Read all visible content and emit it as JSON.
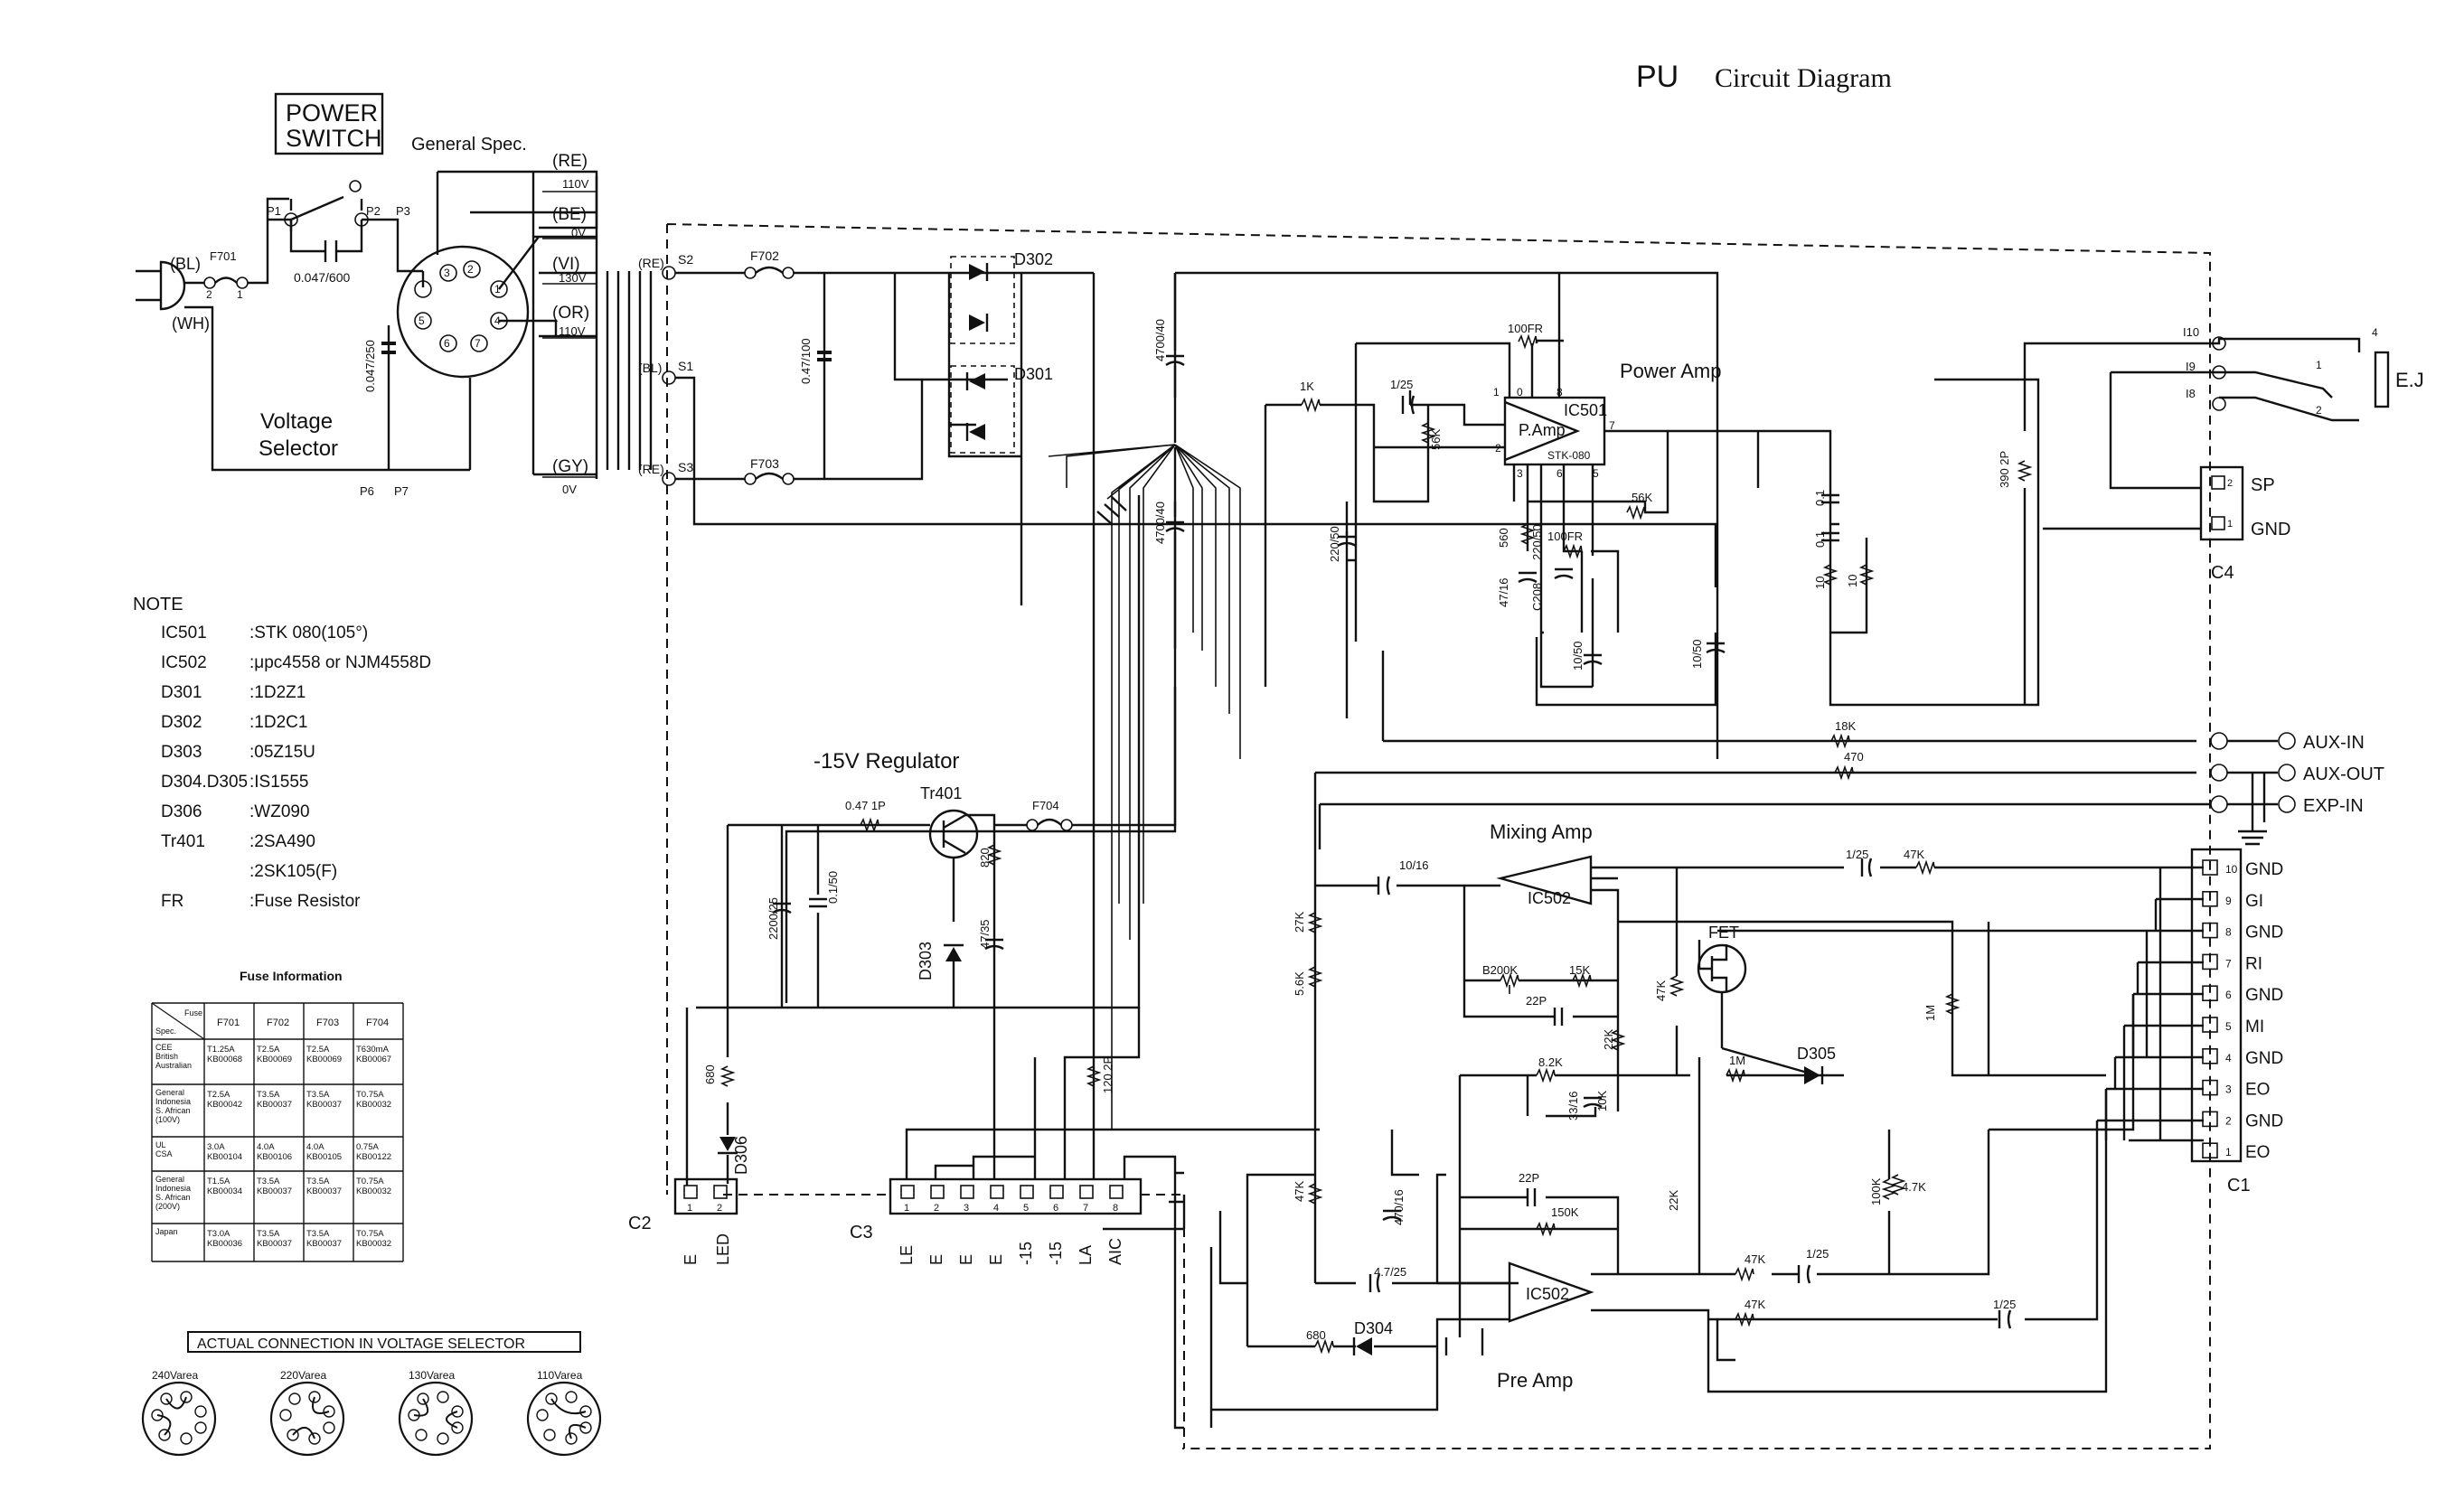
{
  "title": {
    "main": "PU",
    "sub": "Circuit Diagram"
  },
  "power_switch": {
    "line1": "POWER",
    "line2": "SWITCH"
  },
  "general_spec": "General Spec.",
  "voltage_selector": {
    "line1": "Voltage",
    "line2": "Selector"
  },
  "transformer_taps": [
    {
      "name": "(RE)",
      "v": "110V"
    },
    {
      "name": "(BE)",
      "v": "0V"
    },
    {
      "name": "(VI)",
      "v": "130V"
    },
    {
      "name": "(OR)",
      "v": "110V"
    },
    {
      "name": "(GY)",
      "v": "0V"
    }
  ],
  "secondary": {
    "s2": "(RE)",
    "s2n": "S2",
    "s1": "(BL)",
    "s1n": "S1",
    "s3": "(RE)",
    "s3n": "S3"
  },
  "plug": {
    "bl": "(BL)",
    "wh": "(WH)"
  },
  "points": {
    "p1": "P1",
    "p2": "P2",
    "p3": "P3",
    "p6": "P6",
    "p7": "P7",
    "f701": "F701",
    "f701a": "2",
    "f701b": "1"
  },
  "components": {
    "c_sw": "0.047/600",
    "c_p": "0.047/250",
    "f702": "F702",
    "f703": "F703",
    "f704": "F704",
    "c_047": "0.47/100",
    "d302": "D302",
    "d301": "D301",
    "c4700a": "4700/40",
    "c4700b": "4700/40",
    "r1k": "1K",
    "c125": "1/25",
    "r56k": "56K",
    "r100fr": "100FR",
    "r100fr2": "100FR",
    "r56k2": "56K",
    "c22050": "220/50",
    "c22050b": "220/50",
    "r560": "560",
    "c4716": "47/16",
    "c208": "C208",
    "c1050": "10/50",
    "c1050b": "10/50",
    "c01": "0.1",
    "c01b": "0.1",
    "r10": "10",
    "r10b": "10",
    "r18k": "18K",
    "r470": "470",
    "r3902p": "390 2P",
    "ic501": "IC501",
    "pamp": "P.Amp",
    "stk": "STK-080",
    "pin1": "1",
    "pin0": "0",
    "pin8": "8",
    "pin2": "2",
    "pin3": "3",
    "pin6": "6",
    "pin5": "5",
    "pin7": "7",
    "reg_r": "0.47 1P",
    "tr401": "Tr401",
    "r820": "820",
    "c4735": "47/35",
    "d303": "D303",
    "c2200": "2200/25",
    "c0150": "0.1/50",
    "r680": "680",
    "d306": "D306",
    "r1202p": "120 2P",
    "c1016": "10/16",
    "r27k": "27K",
    "r56kb": "5.6K",
    "b200k": "B200K",
    "r15k": "15K",
    "c22p": "22P",
    "r47k": "47K",
    "fet": "FET",
    "r1m": "1M",
    "r1mb": "1M",
    "d305": "D305",
    "r82k": "8.2K",
    "c3316": "33/16",
    "r10k": "10K",
    "r22k": "22K",
    "r22kb": "22K",
    "c125b": "1/25",
    "r47kb": "47K",
    "ic502": "IC502",
    "ic502b": "IC502",
    "r47kc": "47K",
    "c47016": "470/16",
    "c22pb": "22P",
    "r150k": "150K",
    "c4725": "4.7/25",
    "r47kd": "47K",
    "c125c": "1/25",
    "r47ke": "47K",
    "c125d": "1/25",
    "r100k": "100K",
    "r47kf": "4.7K",
    "r680b": "680",
    "d304": "D304"
  },
  "blocks": {
    "power_amp": "Power Amp",
    "reg": "-15V Regulator",
    "mixing": "Mixing Amp",
    "pre": "Pre Amp"
  },
  "right": {
    "ej": "E.J",
    "i10": "I10",
    "i9": "I9",
    "i8": "I8",
    "ej4": "4",
    "ej1": "1",
    "ej2": "2",
    "sp": "SP",
    "gnd": "GND",
    "c4": "C4",
    "p2": "2",
    "p1": "1",
    "aux_in": "AUX-IN",
    "aux_out": "AUX-OUT",
    "exp_in": "EXP-IN"
  },
  "c1": {
    "label": "C1",
    "pins": [
      {
        "n": "10",
        "name": "GND"
      },
      {
        "n": "9",
        "name": "GI"
      },
      {
        "n": "8",
        "name": "GND"
      },
      {
        "n": "7",
        "name": "RI"
      },
      {
        "n": "6",
        "name": "GND"
      },
      {
        "n": "5",
        "name": "MI"
      },
      {
        "n": "4",
        "name": "GND"
      },
      {
        "n": "3",
        "name": "EO"
      },
      {
        "n": "2",
        "name": "GND"
      },
      {
        "n": "1",
        "name": "EO"
      }
    ]
  },
  "c2": {
    "label": "C2",
    "pins": [
      "1",
      "2"
    ],
    "names": [
      "E",
      "LED"
    ]
  },
  "c3": {
    "label": "C3",
    "pins": [
      "1",
      "2",
      "3",
      "4",
      "5",
      "6",
      "7",
      "8"
    ],
    "names": [
      "LE",
      "E",
      "E",
      "E",
      "-15",
      "-15",
      "LA",
      "AIC"
    ]
  },
  "note": {
    "title": "NOTE",
    "rows": [
      {
        "k": "IC501",
        "v": ":STK 080(105°)"
      },
      {
        "k": "IC502",
        "v": ":μpc4558 or NJM4558D"
      },
      {
        "k": "D301",
        "v": ":1D2Z1"
      },
      {
        "k": "D302",
        "v": ":1D2C1"
      },
      {
        "k": "D303",
        "v": ":05Z15U"
      },
      {
        "k": "D304.D305",
        "v": ":IS1555"
      },
      {
        "k": "D306",
        "v": ":WZ090"
      },
      {
        "k": "Tr401",
        "v": ":2SA490"
      },
      {
        "k": "",
        "v": ":2SK105(F)"
      },
      {
        "k": "FR",
        "v": ":Fuse Resistor"
      }
    ]
  },
  "fuse_table": {
    "title": "Fuse Information",
    "corner_a": "Fuse",
    "corner_b": "Spec.",
    "cols": [
      "F701",
      "F702",
      "F703",
      "F704"
    ],
    "rows": [
      {
        "spec": [
          "CEE",
          "British",
          "Australian"
        ],
        "cells": [
          [
            "T1.25A",
            "KB00068"
          ],
          [
            "T2.5A",
            "KB00069"
          ],
          [
            "T2.5A",
            "KB00069"
          ],
          [
            "T630mA",
            "KB00067"
          ]
        ]
      },
      {
        "spec": [
          "General",
          "Indonesia",
          "S. African",
          "(100V)"
        ],
        "cells": [
          [
            "T2.5A",
            "KB00042"
          ],
          [
            "T3.5A",
            "KB00037"
          ],
          [
            "T3.5A",
            "KB00037"
          ],
          [
            "T0.75A",
            "KB00032"
          ]
        ]
      },
      {
        "spec": [
          "UL",
          "CSA"
        ],
        "cells": [
          [
            "3.0A",
            "KB00104"
          ],
          [
            "4.0A",
            "KB00106"
          ],
          [
            "4.0A",
            "KB00105"
          ],
          [
            "0.75A",
            "KB00122"
          ]
        ]
      },
      {
        "spec": [
          "General",
          "Indonesia",
          "S. African",
          "(200V)"
        ],
        "cells": [
          [
            "T1.5A",
            "KB00034"
          ],
          [
            "T3.5A",
            "KB00037"
          ],
          [
            "T3.5A",
            "KB00037"
          ],
          [
            "T0.75A",
            "KB00032"
          ]
        ]
      },
      {
        "spec": [
          "Japan"
        ],
        "cells": [
          [
            "T3.0A",
            "KB00036"
          ],
          [
            "T3.5A",
            "KB00037"
          ],
          [
            "T3.5A",
            "KB00037"
          ],
          [
            "T0.75A",
            "KB00032"
          ]
        ]
      }
    ]
  },
  "selector_conn": {
    "title": "ACTUAL CONNECTION IN VOLTAGE SELECTOR",
    "items": [
      "240Varea",
      "220Varea",
      "130Varea",
      "110Varea"
    ]
  },
  "socket_pins": [
    "1",
    "2",
    "3",
    "4",
    "5",
    "6",
    "7"
  ]
}
